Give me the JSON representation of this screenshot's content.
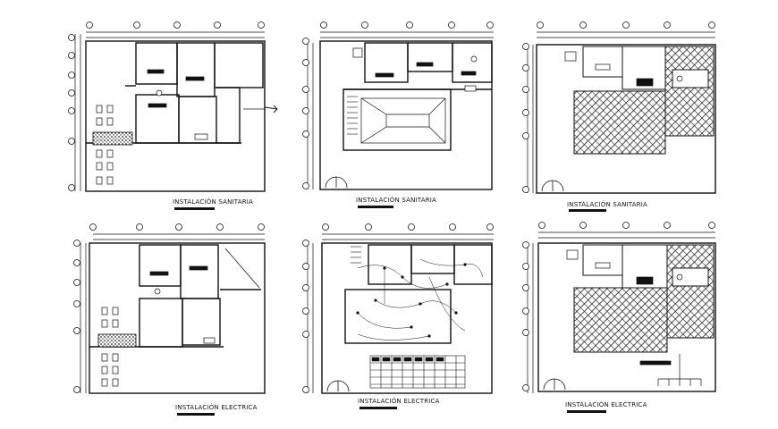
{
  "sheet": {
    "panels": [
      {
        "id": "p1",
        "caption": "INSTALACIÓN SANITARIA"
      },
      {
        "id": "p2",
        "caption": "INSTALACIÓN SANITARIA"
      },
      {
        "id": "p3",
        "caption": "INSTALACIÓN SANITARIA"
      },
      {
        "id": "p4",
        "caption": "INSTALACIÓN ELECTRICA"
      },
      {
        "id": "p5",
        "caption": "INSTALACIÓN ELECTRICA"
      },
      {
        "id": "p6",
        "caption": "INSTALACIÓN ELECTRICA"
      }
    ]
  },
  "colors": {
    "line": "#111111",
    "hatch": "#222222",
    "paper": "#ffffff"
  }
}
